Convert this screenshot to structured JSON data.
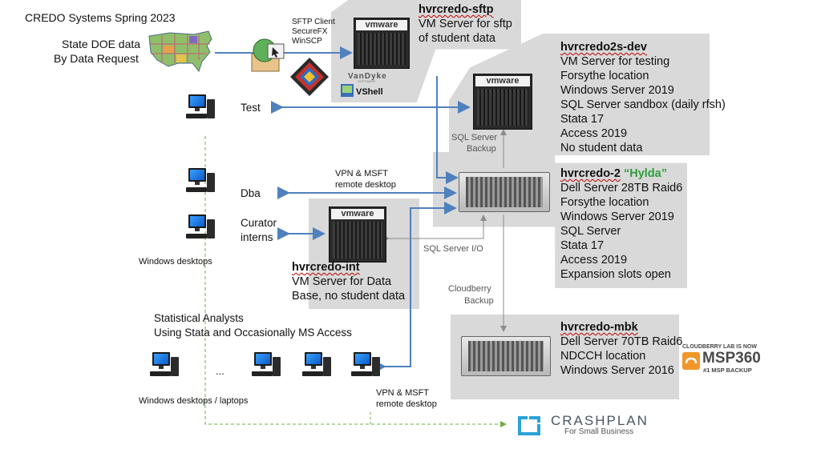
{
  "title": "CREDO Systems Spring 2023",
  "state_doe": {
    "line1": "State DOE data",
    "line2": "By Data Request"
  },
  "sftp_clients": [
    "SFTP Client",
    "SecureFX",
    "WinSCP"
  ],
  "vandyke": {
    "brand": "VanDyke",
    "sub": "SOFTWARE",
    "vshell": "VShell"
  },
  "vm_logo": "vmware",
  "servers": {
    "sftp": {
      "name": "hvrcredo-sftp",
      "lines": [
        "VM Server for sftp",
        "of student data"
      ]
    },
    "dev": {
      "name": "hvrcredo2s-dev",
      "lines": [
        "VM Server for testing",
        "Forsythe location",
        "Windows Server 2019",
        "SQL Server sandbox (daily rfsh)",
        "Stata 17",
        "Access 2019",
        "No student data"
      ]
    },
    "main": {
      "name": "hvrcredo-2",
      "nickname": "“Hylda”",
      "lines": [
        "Dell Server 28TB Raid6",
        "Forsythe location",
        "Windows Server 2019",
        "SQL Server",
        "Stata 17",
        "Access 2019",
        "Expansion slots open"
      ]
    },
    "int": {
      "name": "hvrcredo-int",
      "lines": [
        "VM Server for Data",
        "Base, no student data"
      ]
    },
    "mbk": {
      "name": "hvrcredo-mbk",
      "lines": [
        "Dell Server 70TB Raid6",
        "NDCCH location",
        "Windows Server 2016"
      ]
    }
  },
  "labels": {
    "test": "Test",
    "dba": "Dba",
    "curator1": "Curator",
    "curator2": "interns",
    "windows_desktops": "Windows desktops",
    "sql_backup1": "SQL Server",
    "sql_backup2": "Backup",
    "vpn1": "VPN & MSFT",
    "vpn2": "remote desktop",
    "sql_io": "SQL Server I/O",
    "cloudberry1": "Cloudberry",
    "cloudberry2": "Backup",
    "analysts1": "Statistical Analysts",
    "analysts2": "Using Stata and Occasionally MS Access",
    "ellipsis": "...",
    "win_laptops": "Windows desktops / laptops",
    "vpn_b1": "VPN & MSFT",
    "vpn_b2": "remote desktop"
  },
  "msp360": {
    "top": "CLOUDBERRY LAB IS NOW",
    "brand": "MSP360",
    "sub": "#1 MSP BACKUP"
  },
  "crashplan": {
    "brand": "CRASHPLAN",
    "sub": "For Small Business"
  },
  "colors": {
    "arrow": "#4f81bd",
    "gray_arrow": "#8c8c8c",
    "green_dash": "#70ad47",
    "panel": "#d9d9d9",
    "crashplan": "#2aa3d8",
    "msp_orange": "#f0962a"
  }
}
